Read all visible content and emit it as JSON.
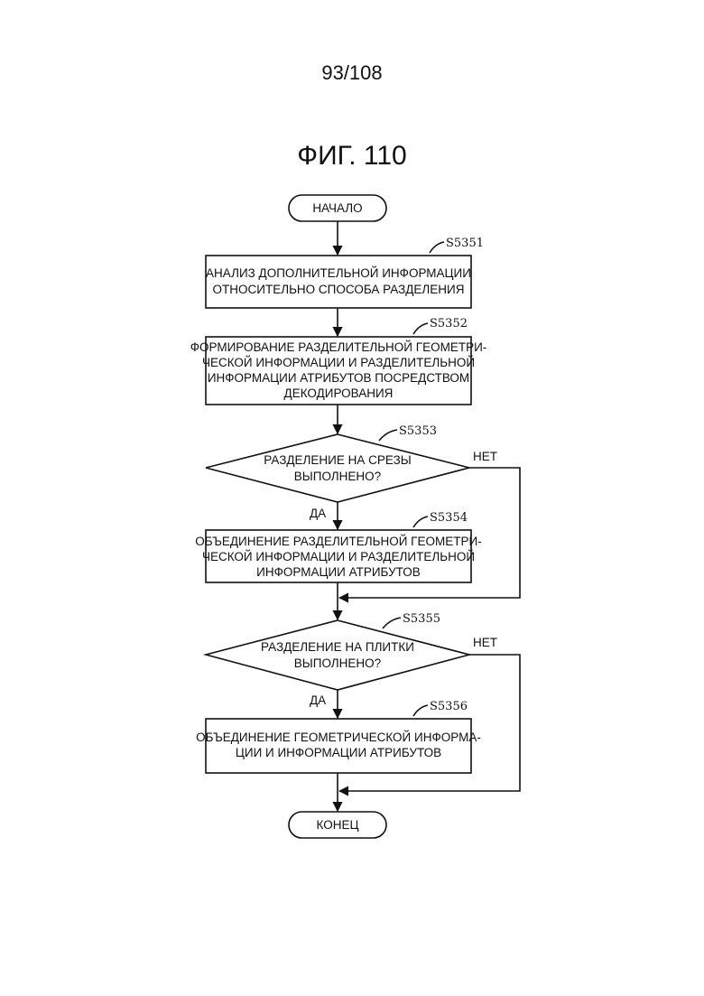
{
  "page_number": "93/108",
  "figure_title": "ФИГ. 110",
  "flowchart": {
    "start": "НАЧАЛО",
    "end": "КОНЕЦ",
    "steps": [
      {
        "id": "S5351",
        "lines": [
          "АНАЛИЗ ДОПОЛНИТЕЛЬНОЙ ИНФОРМАЦИИ",
          "ОТНОСИТЕЛЬНО СПОСОБА РАЗДЕЛЕНИЯ"
        ]
      },
      {
        "id": "S5352",
        "lines": [
          "ФОРМИРОВАНИЕ РАЗДЕЛИТЕЛЬНОЙ ГЕОМЕТРИ-",
          "ЧЕСКОЙ ИНФОРМАЦИИ И РАЗДЕЛИТЕЛЬНОЙ",
          "ИНФОРМАЦИИ АТРИБУТОВ ПОСРЕДСТВОМ",
          "ДЕКОДИРОВАНИЯ"
        ]
      },
      {
        "id": "S5353",
        "lines": [
          "РАЗДЕЛЕНИЕ НА СРЕЗЫ",
          "ВЫПОЛНЕНО?"
        ],
        "yes": "ДА",
        "no": "НЕТ"
      },
      {
        "id": "S5354",
        "lines": [
          "ОБЪЕДИНЕНИЕ РАЗДЕЛИТЕЛЬНОЙ ГЕОМЕТРИ-",
          "ЧЕСКОЙ ИНФОРМАЦИИ И РАЗДЕЛИТЕЛЬНОЙ",
          "ИНФОРМАЦИИ АТРИБУТОВ"
        ]
      },
      {
        "id": "S5355",
        "lines": [
          "РАЗДЕЛЕНИЕ НА ПЛИТКИ",
          "ВЫПОЛНЕНО?"
        ],
        "yes": "ДА",
        "no": "НЕТ"
      },
      {
        "id": "S5356",
        "lines": [
          "ОБЪЕДИНЕНИЕ ГЕОМЕТРИЧЕСКОЙ ИНФОРМА-",
          "ЦИИ И ИНФОРМАЦИИ АТРИБУТОВ"
        ]
      }
    ]
  }
}
